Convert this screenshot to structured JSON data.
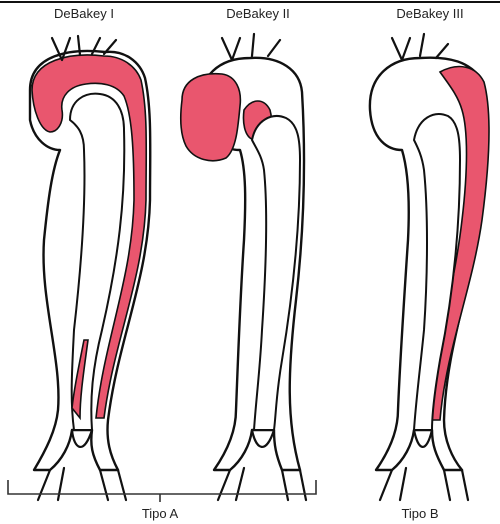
{
  "labels": {
    "type1": "DeBakey I",
    "type2": "DeBakey II",
    "type3": "DeBakey III",
    "groupA": "Tipo A",
    "groupB": "Tipo B"
  },
  "colors": {
    "dissection": "#e9566e",
    "outline": "#111111",
    "background": "#ffffff"
  }
}
